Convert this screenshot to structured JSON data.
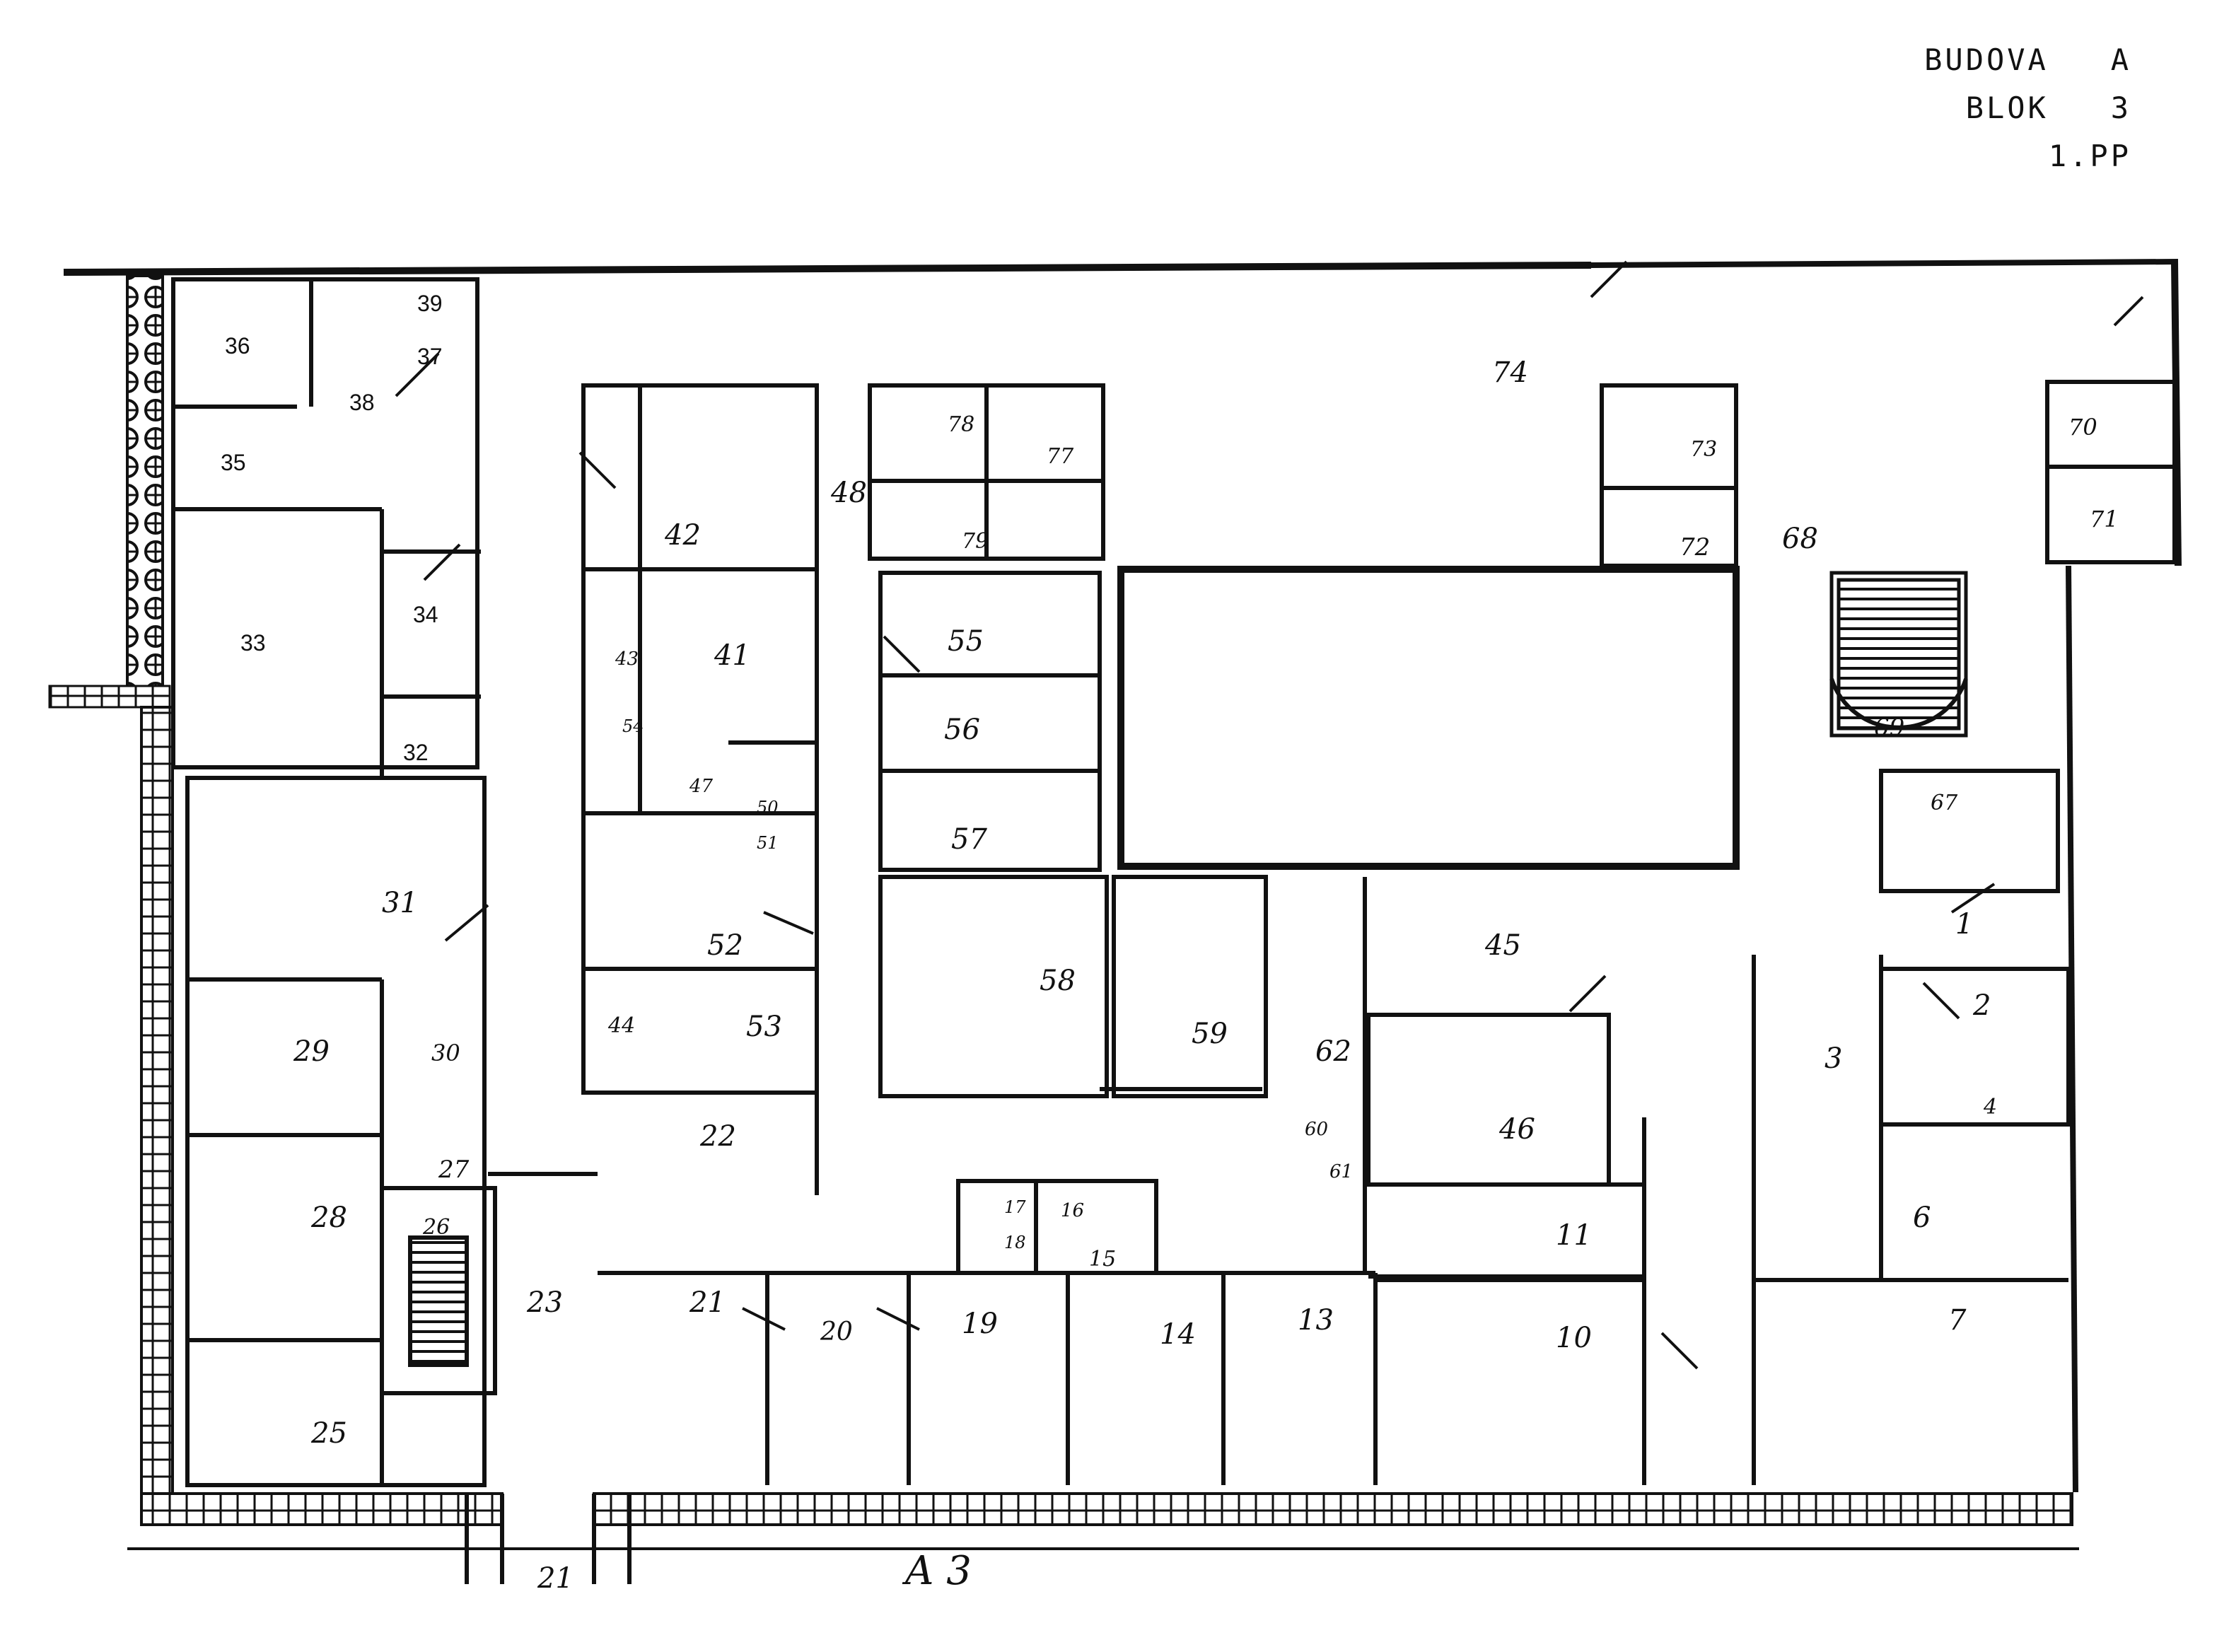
{
  "header": {
    "line1": "BUDOVA   A",
    "line2": "BLOK   3",
    "line3": "1.PP"
  },
  "rooms_printed": [
    "36",
    "38",
    "35",
    "33",
    "34",
    "32",
    "39",
    "37"
  ],
  "rooms_handwritten": [
    "74",
    "42",
    "41",
    "48",
    "78",
    "77",
    "79",
    "55",
    "56",
    "57",
    "58",
    "59",
    "62",
    "52",
    "53",
    "44",
    "22",
    "31",
    "29",
    "30",
    "28",
    "27",
    "26",
    "25",
    "23",
    "21",
    "20",
    "19",
    "14",
    "13",
    "10",
    "11",
    "60",
    "61",
    "46",
    "45",
    "3",
    "2",
    "1",
    "6",
    "7",
    "4",
    "68",
    "69",
    "70",
    "71",
    "72",
    "73",
    "67",
    "15",
    "16",
    "17",
    "18",
    "43",
    "47",
    "50",
    "51",
    "54"
  ],
  "section_label": "A 3",
  "bottom_label": "21"
}
